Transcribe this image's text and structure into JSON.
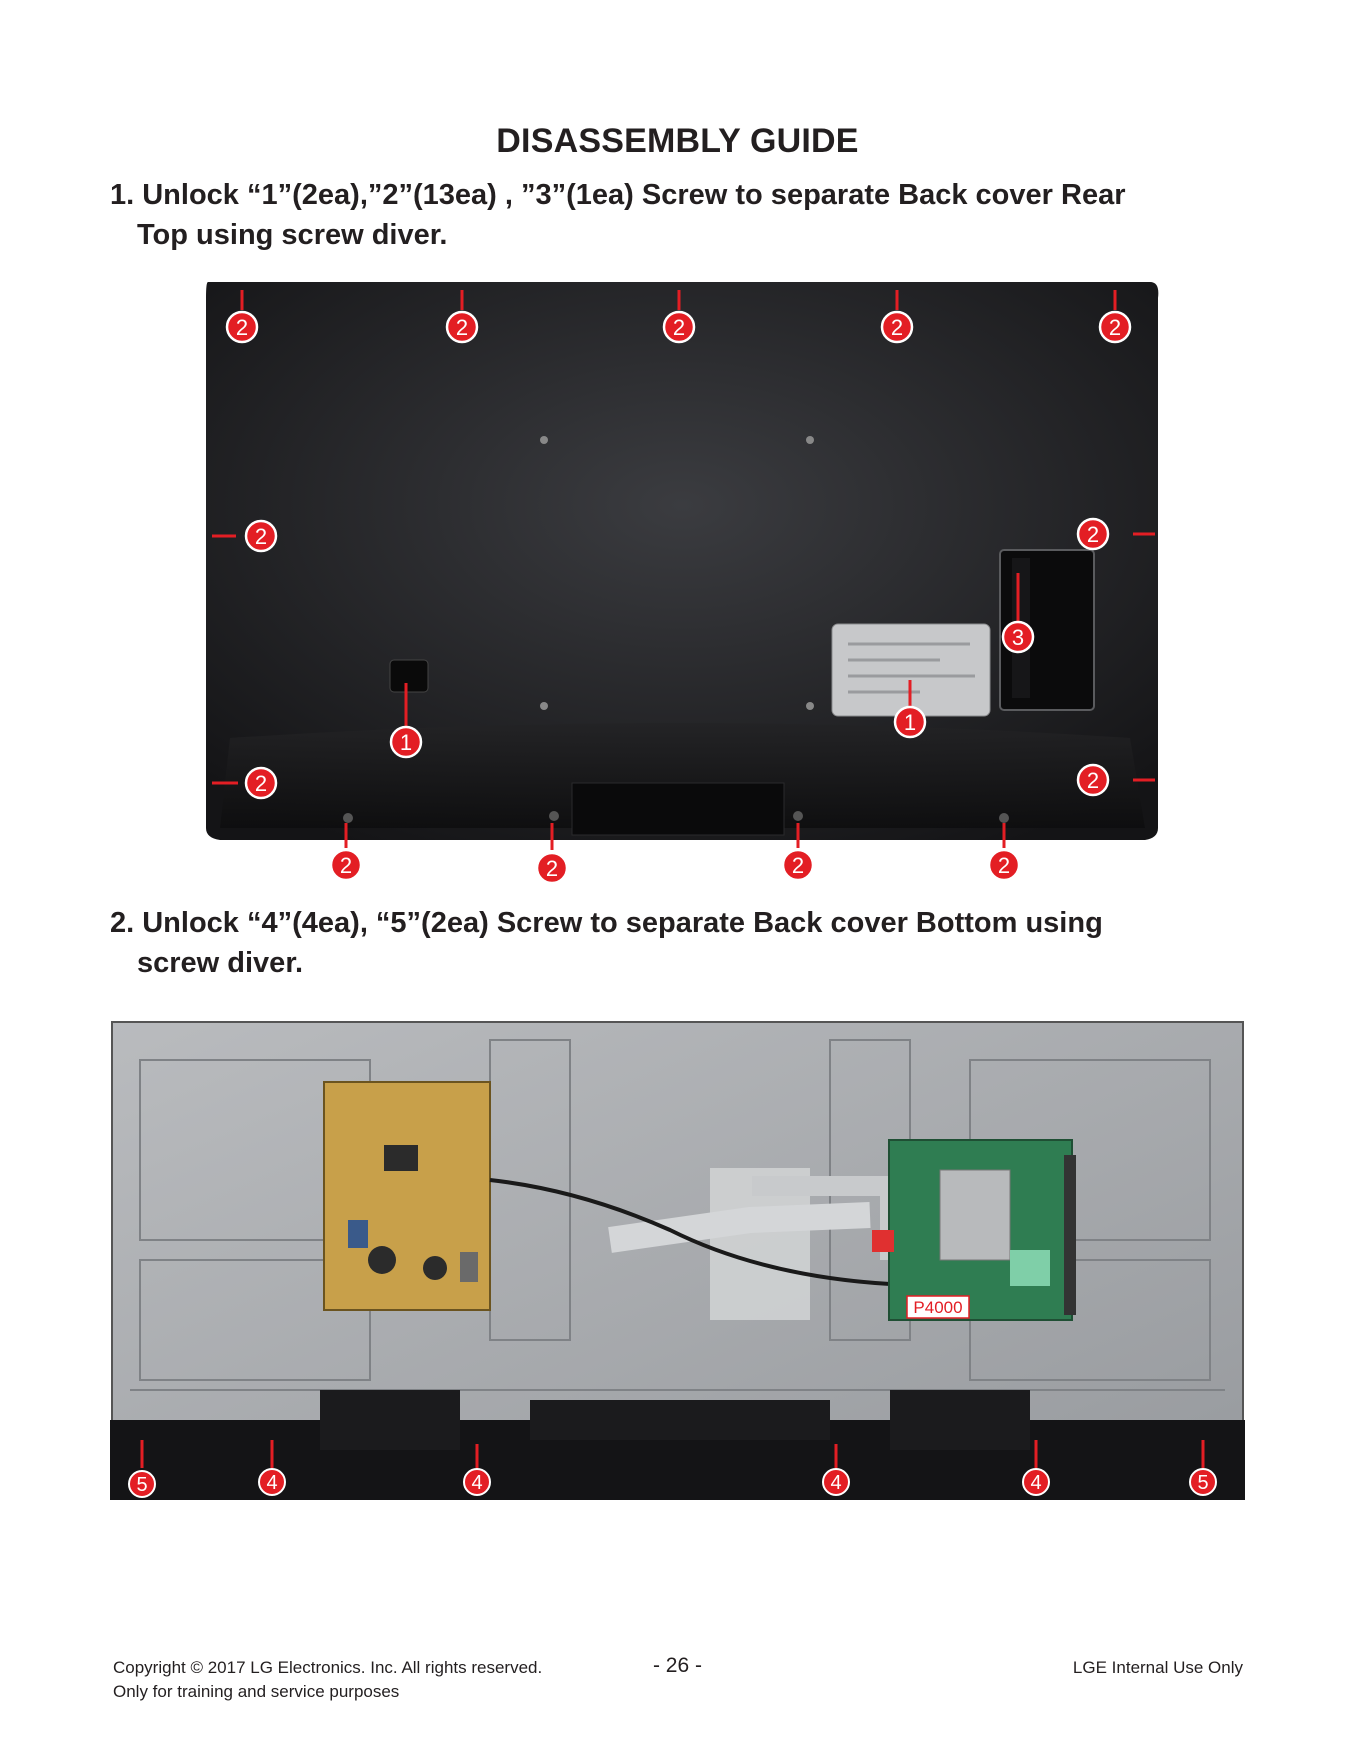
{
  "title": "DISASSEMBLY GUIDE",
  "step1": {
    "line1": "1. Unlock   “1”(2ea),”2”(13ea) , ”3”(1ea) Screw to separate Back cover Rear",
    "line2": "Top using screw diver."
  },
  "step2": {
    "line1": "2. Unlock   “4”(4ea), “5”(2ea)  Screw to separate Back cover Bottom using",
    "line2": "screw diver."
  },
  "figure1": {
    "markers": [
      "2",
      "2",
      "2",
      "2",
      "2",
      "2",
      "2",
      "3",
      "1",
      "1",
      "2",
      "2",
      "2",
      "2",
      "2",
      "2"
    ]
  },
  "figure2": {
    "connector_label": "P4000",
    "markers": [
      "5",
      "4",
      "4",
      "4",
      "4",
      "5"
    ]
  },
  "footer": {
    "copyright": "Copyright  © 2017  LG Electronics. Inc. All rights reserved.",
    "purpose": "Only for training and service purposes",
    "page": "- 26 -",
    "internal": "LGE Internal Use Only"
  },
  "colors": {
    "marker_red": "#e31e24",
    "panel_black": "#1e1e20",
    "chassis_gray": "#a9abae"
  }
}
